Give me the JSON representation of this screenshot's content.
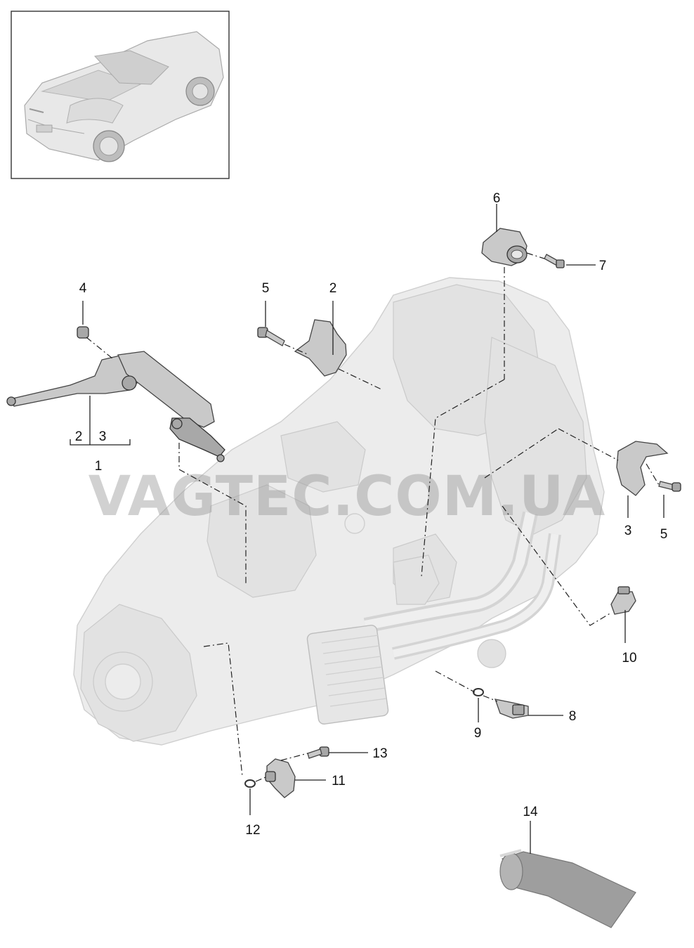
{
  "watermark": "VAGTEC.COM.UA",
  "callouts": {
    "c1": "1",
    "c2a": "2",
    "c3a": "3",
    "c2b": "2",
    "c3b": "3",
    "c4": "4",
    "c5a": "5",
    "c5b": "5",
    "c6": "6",
    "c7": "7",
    "c8": "8",
    "c9": "9",
    "c10": "10",
    "c11": "11",
    "c12": "12",
    "c13": "13",
    "c14": "14"
  },
  "colors": {
    "housing": "#ececec",
    "part": "#c9c9c9",
    "line": "#222222"
  }
}
